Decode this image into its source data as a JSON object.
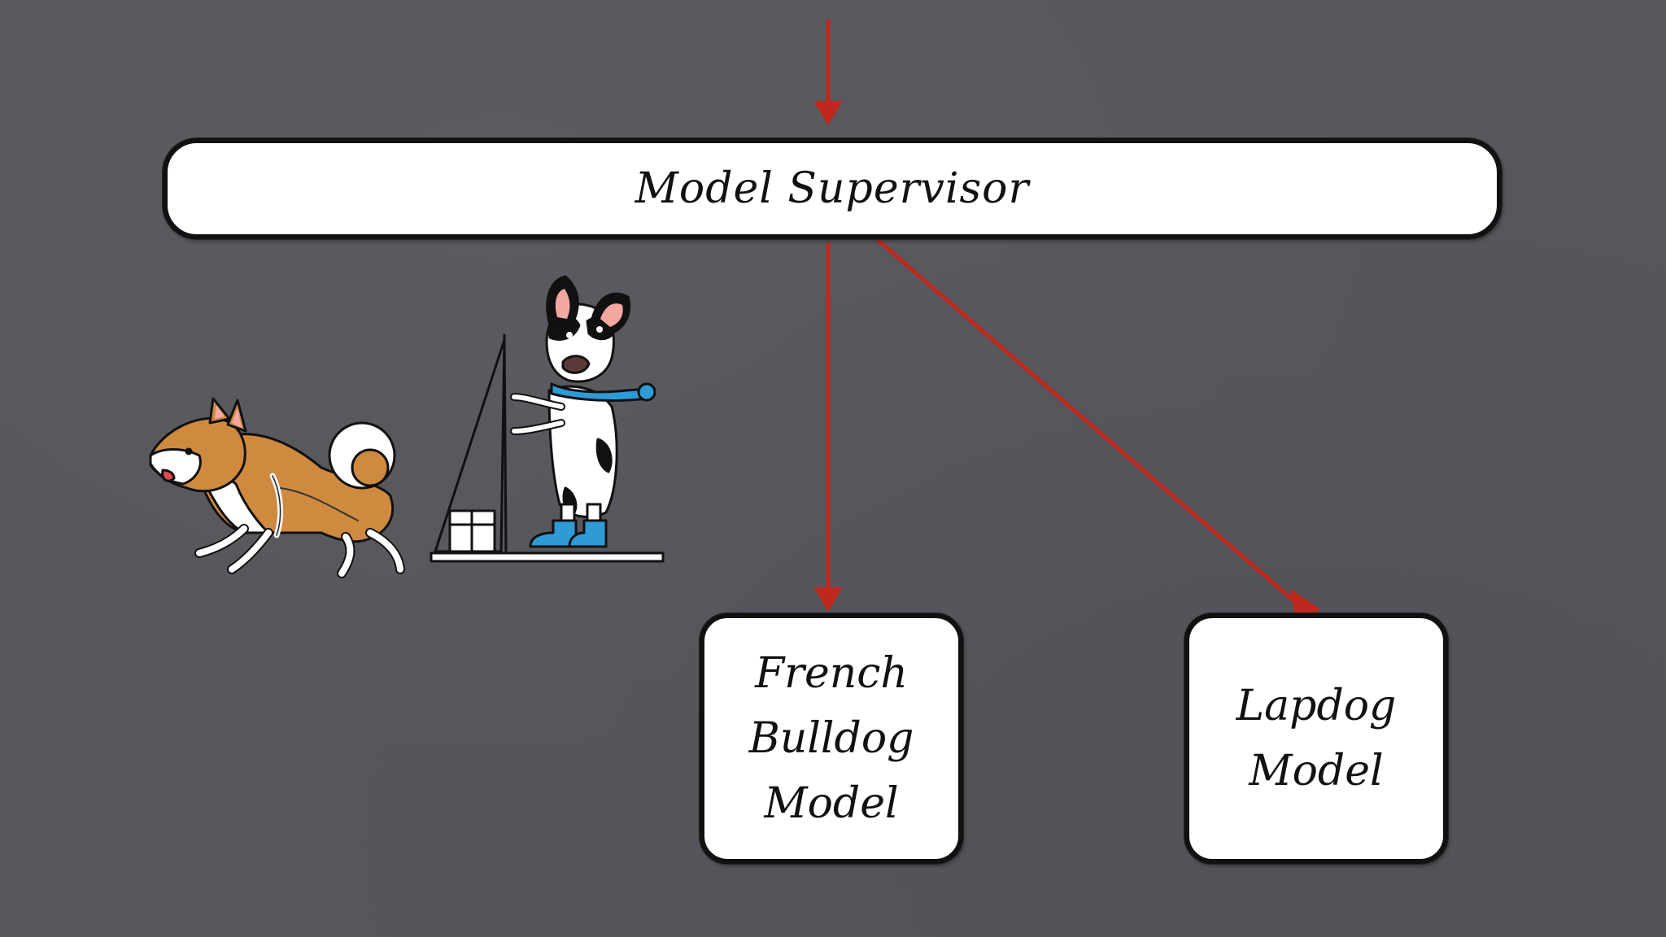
{
  "supervisor": {
    "label": "Model Supervisor"
  },
  "models": [
    {
      "lines": [
        "French",
        "Bulldog",
        "Model"
      ]
    },
    {
      "lines": [
        "Lapdog",
        "Model"
      ]
    }
  ],
  "colors": {
    "background": "#56575c",
    "arrow": "#c0281d",
    "box_fill": "#ffffff",
    "box_border": "#111111"
  },
  "illustrations": [
    "shiba-dog-drawing-icon",
    "french-bulldog-skiing-drawing-icon"
  ]
}
